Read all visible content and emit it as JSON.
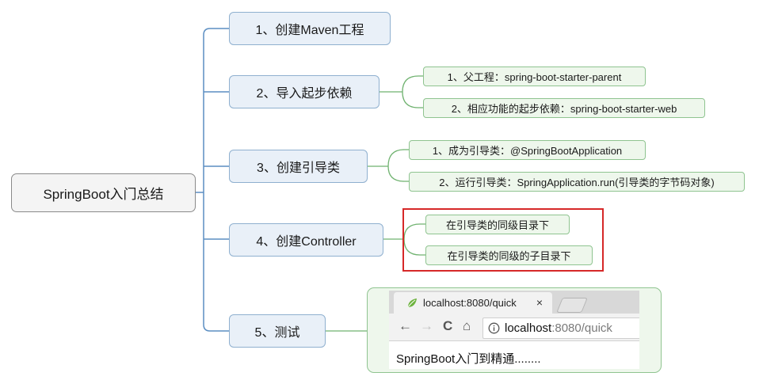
{
  "root": {
    "label": "SpringBoot入门总结"
  },
  "branches": [
    {
      "label": "1、创建Maven工程"
    },
    {
      "label": "2、导入起步依赖"
    },
    {
      "label": "3、创建引导类"
    },
    {
      "label": "4、创建Controller"
    },
    {
      "label": "5、测试"
    }
  ],
  "leaves": {
    "b2_1": "1、父工程：spring-boot-starter-parent",
    "b2_2": "2、相应功能的起步依赖：spring-boot-starter-web",
    "b3_1": "1、成为引导类：@SpringBootApplication",
    "b3_2": "2、运行引导类：SpringApplication.run(引导类的字节码对象)",
    "b4_1": "在引导类的同级目录下",
    "b4_2": "在引导类的同级的子目录下"
  },
  "browser": {
    "tab_title": "localhost:8080/quick",
    "tab_close": "×",
    "back": "←",
    "forward": "→",
    "reload": "C",
    "home": "⌂",
    "address_host": "localhost",
    "address_rest": ":8080/quick",
    "page_text": "SpringBoot入门到精通........"
  },
  "colors": {
    "branch_line": "#5b8ec2",
    "leaf_line": "#6fb26f",
    "highlight": "#d62828"
  }
}
